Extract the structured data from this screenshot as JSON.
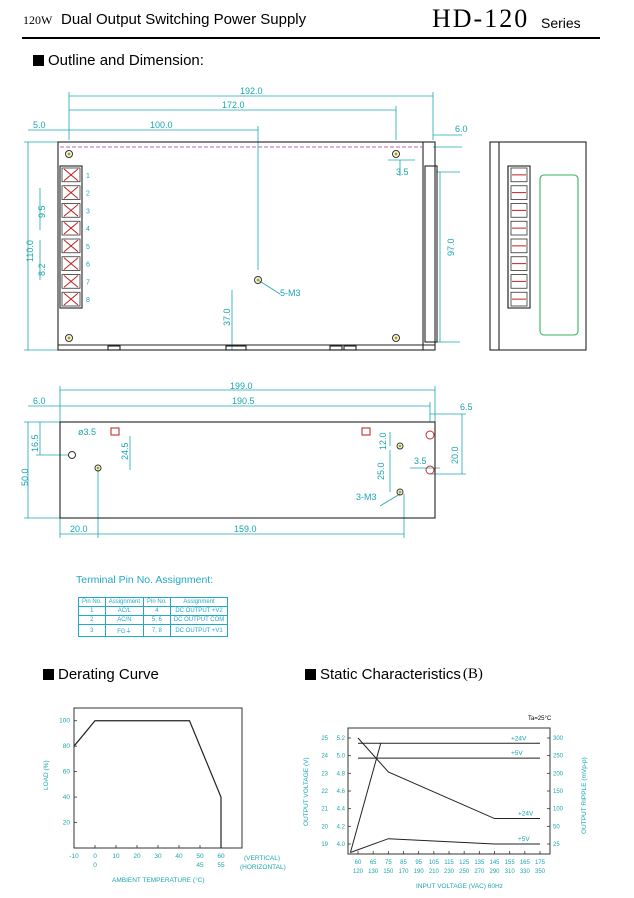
{
  "header": {
    "model": "120W",
    "title": "Dual Output Switching Power Supply",
    "code": "HD-120",
    "series": "Series"
  },
  "sections": {
    "outline": "Outline and Dimension:",
    "derating": "Derating Curve",
    "static": "Static Characteristics",
    "static_suffix": "(B)"
  },
  "top_view": {
    "dims": {
      "d192": "192.0",
      "d172": "172.0",
      "d100": "100.0",
      "d5": "5.0",
      "d6": "6.0",
      "d3_5": "3.5",
      "d9_5": "9.5",
      "d110": "110.0",
      "d8_2": "8.2",
      "d97": "97.0",
      "d37": "37.0",
      "screw": "5-M3"
    },
    "terminal_numbers": [
      "1",
      "2",
      "3",
      "4",
      "5",
      "6",
      "7",
      "8"
    ]
  },
  "front_view": {
    "dims": {
      "d199": "199.0",
      "d190_5": "190.5",
      "d6": "6.0",
      "d6_5": "6.5",
      "d16_5": "16.5",
      "hole": "ø3.5",
      "d24_5": "24.5",
      "d12": "12.0",
      "d20": "20.0",
      "d3_5": "3.5",
      "d25": "25.0",
      "d50": "50.0",
      "screw": "3-M3",
      "d20b": "20.0",
      "d159": "159.0"
    }
  },
  "terminal_table": {
    "title": "Terminal Pin No. Assignment:",
    "headers": [
      "Pin No.",
      "Assignment",
      "Pin No.",
      "Assignment"
    ],
    "rows": [
      [
        "1",
        "AC/L",
        "4",
        "DC OUTPUT +V2"
      ],
      [
        "2",
        "AC/N",
        "5, 6",
        "DC OUTPUT COM"
      ],
      [
        "3",
        "FG⏚",
        "7, 8",
        "DC OUTPUT +V1"
      ]
    ]
  },
  "chart_data": [
    {
      "type": "line",
      "title": "Derating Curve",
      "xlabel": "AMBIENT TEMPERATURE (°C)",
      "ylabel": "LOAD (%)",
      "x_ticks_vertical": [
        "-10",
        "0",
        "10",
        "20",
        "30",
        "40",
        "50",
        "60"
      ],
      "x_ticks_horizontal": [
        "0",
        "45",
        "55"
      ],
      "x_label_vertical": "(VERTICAL)",
      "x_label_horizontal": "(HORIZONTAL)",
      "y_ticks": [
        "20",
        "40",
        "60",
        "80",
        "100"
      ],
      "xlim": [
        -10,
        70
      ],
      "ylim": [
        0,
        110
      ],
      "series": [
        {
          "x": [
            -10,
            0,
            45,
            60,
            60
          ],
          "y": [
            80,
            100,
            100,
            40,
            0
          ]
        }
      ]
    },
    {
      "type": "line",
      "title": "Static Characteristics",
      "annotation": "Ta=25°C",
      "xlabel": "INPUT VOLTAGE (VAC) 60Hz",
      "ylabel_left": "OUTPUT VOLTAGE (V)",
      "ylabel_right": "OUTPUT RIPPLE (mVp-p)",
      "x_ticks_top": [
        "60",
        "65",
        "75",
        "85",
        "95",
        "105",
        "115",
        "125",
        "135",
        "145",
        "155",
        "165",
        "175"
      ],
      "x_ticks_bottom": [
        "120",
        "130",
        "150",
        "170",
        "190",
        "210",
        "230",
        "250",
        "270",
        "290",
        "310",
        "330",
        "350"
      ],
      "y_left_outer": [
        "19",
        "20",
        "21",
        "22",
        "23",
        "24",
        "25"
      ],
      "y_left_inner": [
        "4.0",
        "4.2",
        "4.4",
        "4.6",
        "4.8",
        "5.0",
        "5.2"
      ],
      "y_right": [
        "25",
        "50",
        "100",
        "150",
        "200",
        "250",
        "300"
      ],
      "series": [
        {
          "name": "+24V",
          "x_index": [
            0,
            12
          ],
          "y_frac": [
            0.95,
            0.95
          ]
        },
        {
          "name": "+5V",
          "x_index": [
            0,
            12
          ],
          "y_frac": [
            0.81,
            0.81
          ]
        },
        {
          "name": "+24V",
          "x_index": [
            0,
            2,
            9,
            12
          ],
          "y_frac": [
            1.0,
            0.68,
            0.24,
            0.24
          ]
        },
        {
          "name": "+5V",
          "x_index": [
            -0.5,
            2,
            9,
            12
          ],
          "y_frac": [
            -0.08,
            0.05,
            0.0,
            0.0
          ]
        },
        {
          "name": "",
          "x_index": [
            -0.5,
            1.5
          ],
          "y_frac": [
            -0.08,
            0.95
          ]
        }
      ],
      "series_labels": [
        "+24V",
        "+5V",
        "+24V",
        "+5V"
      ]
    }
  ]
}
